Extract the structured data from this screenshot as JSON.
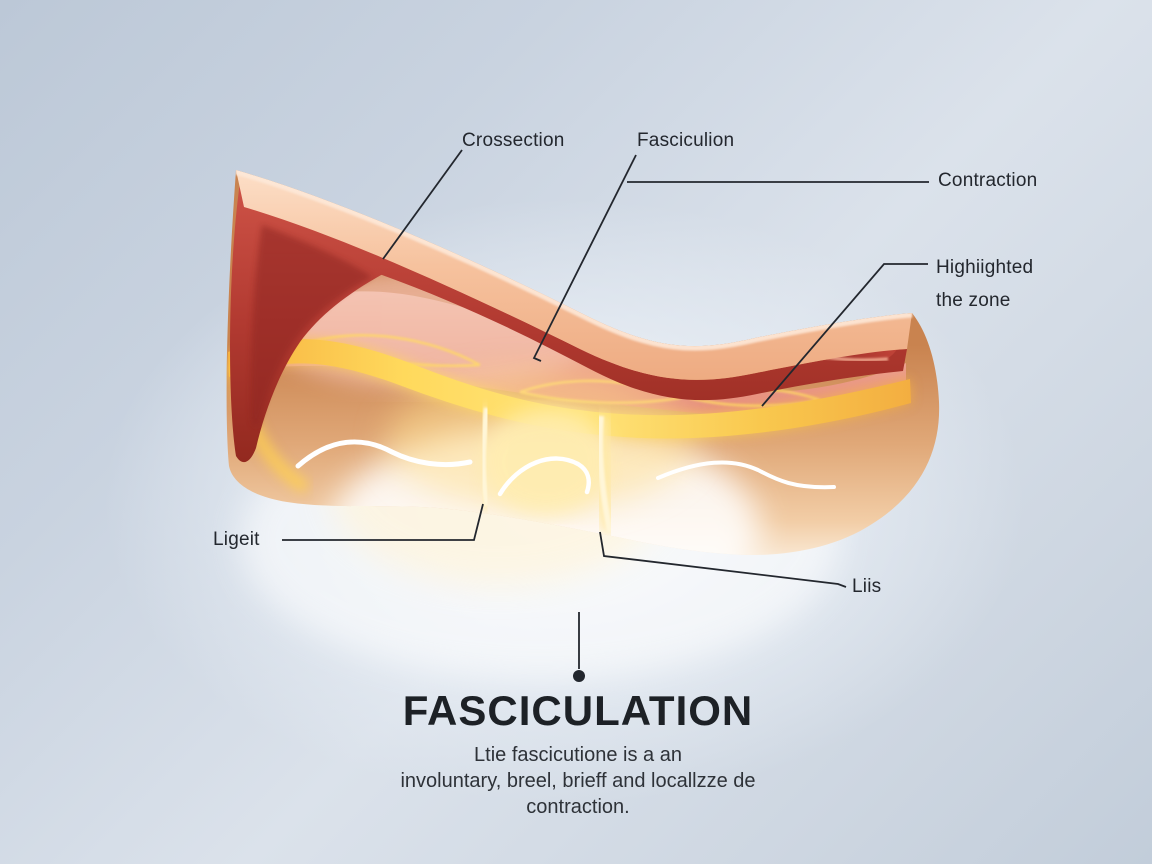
{
  "labels": {
    "crossection": "Crossection",
    "fasciculion": "Fasciculion",
    "contraction": "Contraction",
    "highlighted_line1": "Highiighted",
    "highlighted_line2": "the zone",
    "ligelt": "Ligeit",
    "liis": "Liis"
  },
  "title": {
    "heading": "FASCICULATION",
    "subtitle_line1": "Ltie fascicutione is a an",
    "subtitle_line2": "involuntary, breel, brieff and locallzze de",
    "subtitle_line3": "contraction."
  },
  "illustration": {
    "description": "Cross-section diagram of skin and muscle tissue layers with glowing fascia zone",
    "colors": {
      "background_corner": "#bcc8d7",
      "background_glow": "#f8fafc",
      "skin_light": "#fde2cc",
      "skin": "#f3bd99",
      "muscle_dark_red": "#b23a31",
      "muscle_maroon": "#8f2723",
      "muscle_pink": "#eda28e",
      "fascia_yellow": "#ffd95c",
      "fascia_orange": "#f2a93e",
      "tissue_tan": "#c9834f",
      "glow_warm": "#ffedb0",
      "highlight_white": "#ffffff",
      "leader_line": "#23272e",
      "label_text": "#23272e"
    }
  }
}
